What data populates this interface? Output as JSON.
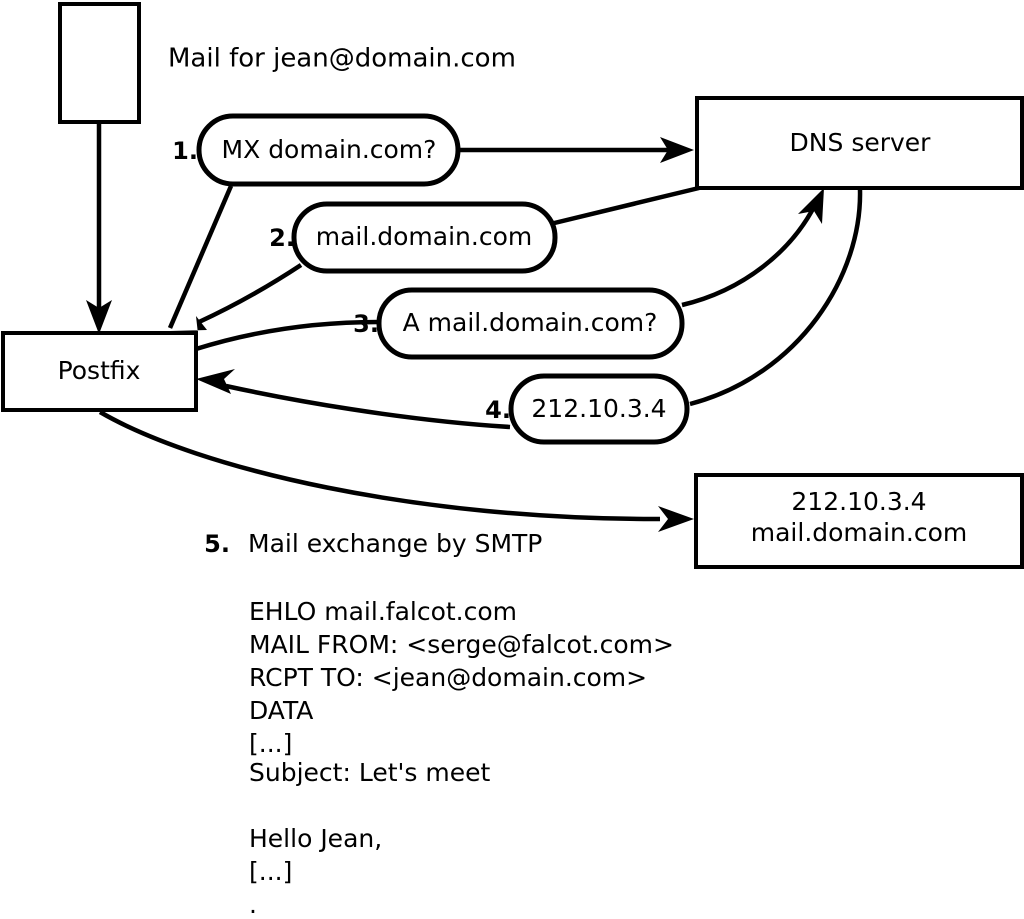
{
  "diagram": {
    "title": "Mail for jean@domain.com",
    "nodes": {
      "sender_box": {
        "label": ""
      },
      "postfix": {
        "label": "Postfix"
      },
      "dns_server": {
        "label": "DNS server"
      },
      "target_server": {
        "line1": "212.10.3.4",
        "line2": "mail.domain.com"
      }
    },
    "steps": [
      {
        "num": "1.",
        "label": "MX domain.com?"
      },
      {
        "num": "2.",
        "label": "mail.domain.com"
      },
      {
        "num": "3.",
        "label": "A mail.domain.com?"
      },
      {
        "num": "4.",
        "label": "212.10.3.4"
      }
    ],
    "step5": {
      "num": "5.",
      "caption": "Mail exchange by SMTP"
    },
    "transcript": [
      "EHLO mail.falcot.com",
      "MAIL FROM: <serge@falcot.com>",
      "RCPT TO: <jean@domain.com>",
      "DATA",
      "[...]",
      "Subject: Let's meet",
      "",
      "Hello Jean,",
      "[...]",
      "",
      "."
    ],
    "colors": {
      "stroke": "#000000",
      "fill": "#ffffff",
      "text": "#000000"
    }
  }
}
